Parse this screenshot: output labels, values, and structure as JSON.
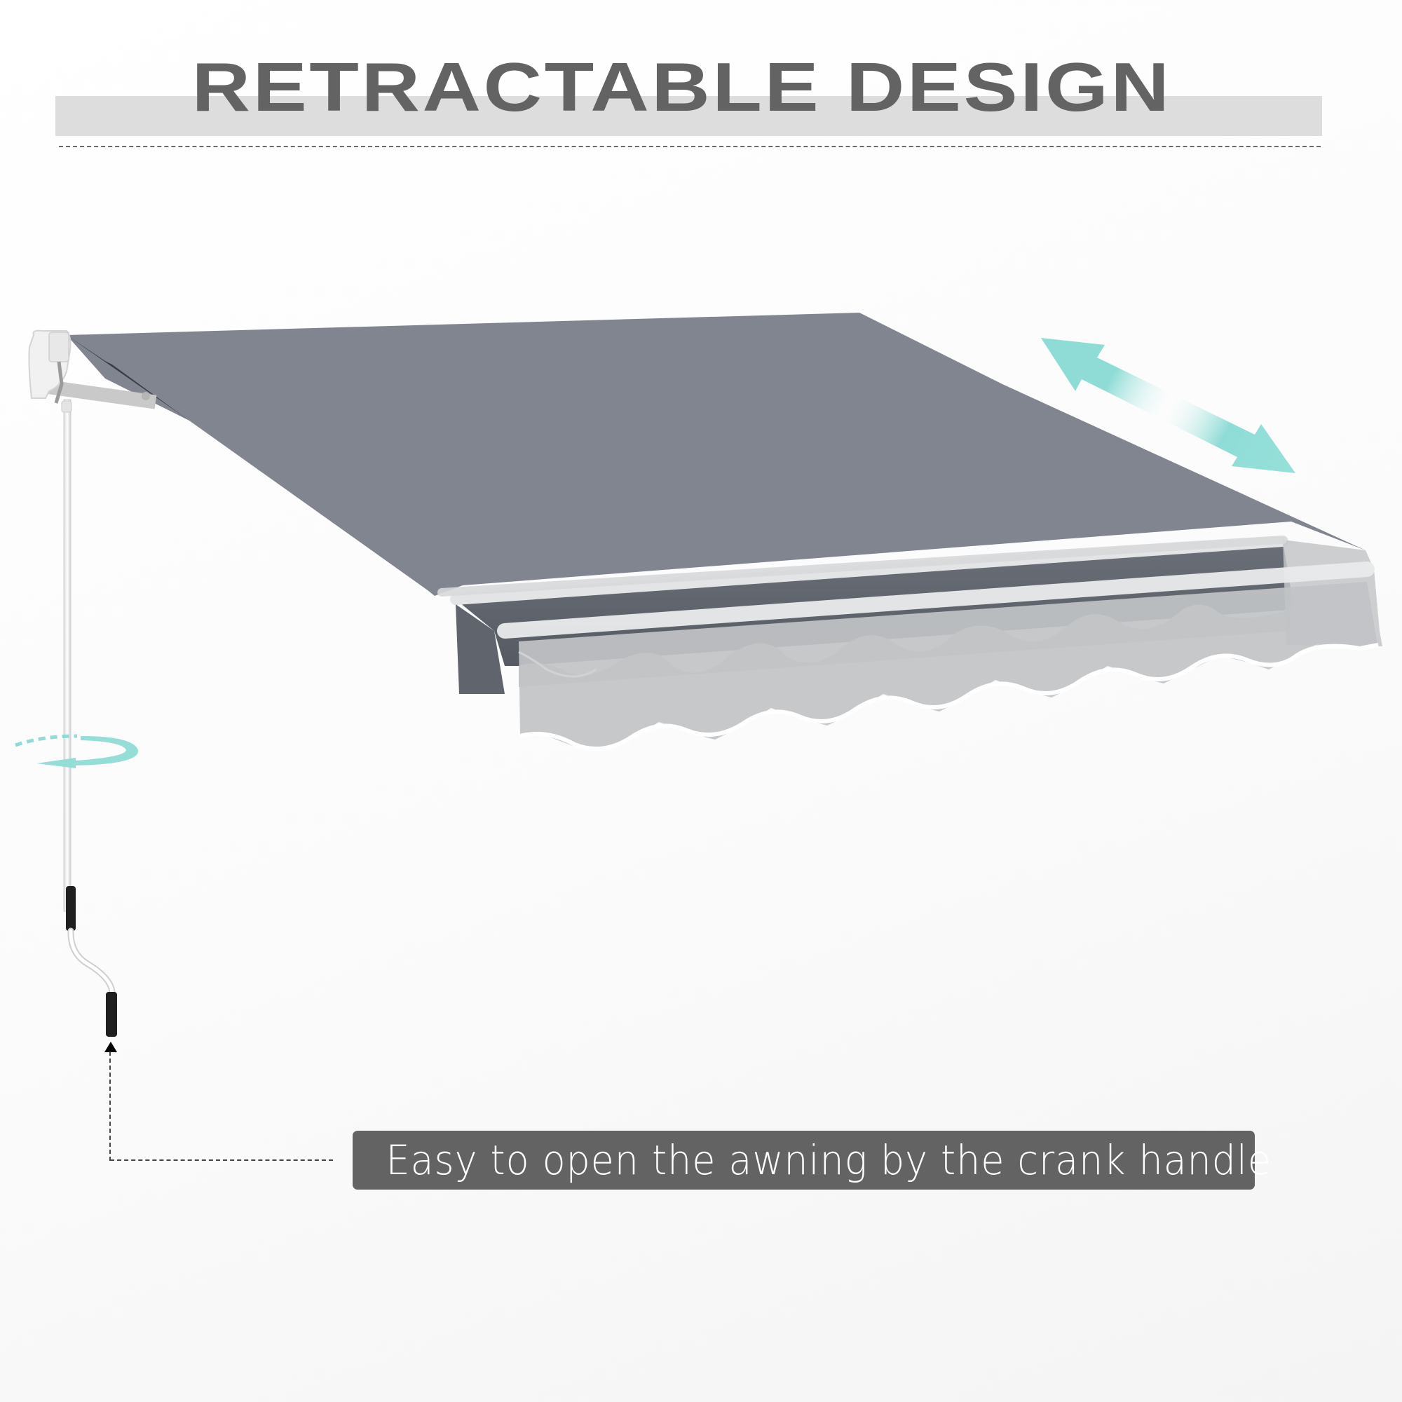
{
  "header": {
    "title": "RETRACTABLE DESIGN"
  },
  "caption": {
    "text": "Easy to open the awning by the crank handle"
  },
  "illustration": {
    "subject": "retractable awning with crank handle",
    "icons": [
      "wall-bracket-icon",
      "crank-handle-icon",
      "rotation-arrow-icon",
      "extend-retract-double-arrow-icon",
      "leader-arrow-icon"
    ]
  },
  "colors": {
    "title_text": "#636363",
    "title_bar": "#dddddd",
    "canopy": "#80858f",
    "valance_dark": "#5c616a",
    "valance_light": "#bfc1c4",
    "accent_teal": "#8fdcd6",
    "caption_bg": "#636363",
    "caption_text": "#ffffff"
  }
}
